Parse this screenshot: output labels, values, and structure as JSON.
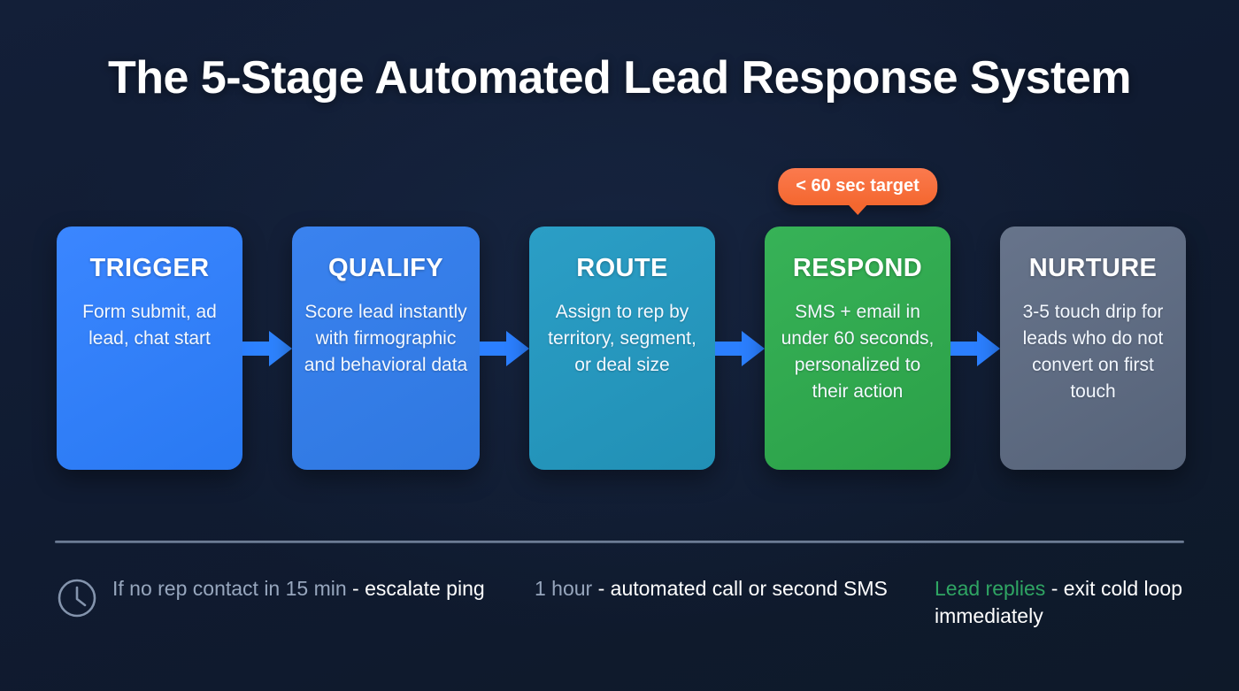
{
  "header": {
    "title": "The 5-Stage Automated Lead Response System"
  },
  "badge": {
    "label": "< 60 sec target",
    "color": "#f4672f",
    "attached_to": "RESPOND"
  },
  "stages": [
    {
      "name": "TRIGGER",
      "description": "Form submit, ad lead, chat start",
      "color": "#2b7fff"
    },
    {
      "name": "QUALIFY",
      "description": "Score lead instantly with firmographic and behavioral data",
      "color": "#2f7ee8"
    },
    {
      "name": "ROUTE",
      "description": "Assign to rep by territory, segment, or deal size",
      "color": "#2596be"
    },
    {
      "name": "RESPOND",
      "description": "SMS + email in under 60 seconds, personalized to their action",
      "color": "#31a84e"
    },
    {
      "name": "NURTURE",
      "description": "3-5 touch drip for leads who do not convert on first touch",
      "color": "#5d6b82"
    }
  ],
  "arrow": {
    "icon": "arrow-right-icon",
    "color": "#2b7fff",
    "count": 4
  },
  "footer_notes": [
    {
      "icon": "clock-icon",
      "key": "If no rep contact in 15 min",
      "separator": " - ",
      "value": "escalate ping",
      "key_color": "#97a6bd"
    },
    {
      "icon": "",
      "key": "1 hour",
      "separator": " - ",
      "value": "automated call or second SMS",
      "key_color": "#97a6bd"
    },
    {
      "icon": "",
      "key": "Lead replies",
      "separator": " - ",
      "value": "exit cold loop immediately",
      "key_color": "#2fa563"
    }
  ],
  "theme": {
    "background": "#131f38",
    "divider": "#6e7f99",
    "text": "#ffffff"
  }
}
